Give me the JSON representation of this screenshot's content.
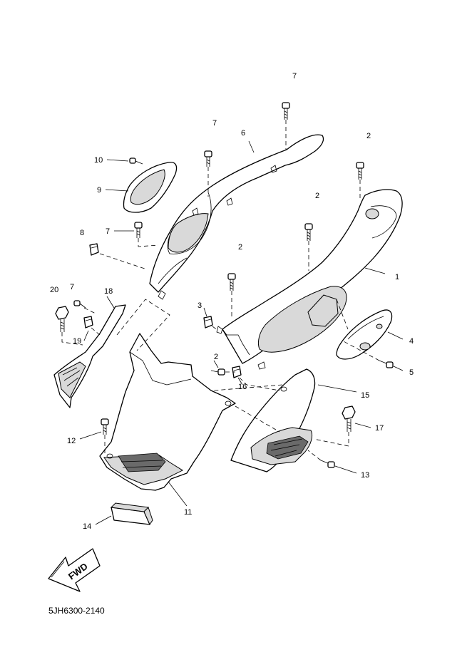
{
  "diagram": {
    "catalog_code": "5JH6300-2140",
    "fwd_label": "FWD",
    "callouts": [
      "7",
      "7",
      "6",
      "2",
      "10",
      "9",
      "2",
      "8",
      "7",
      "2",
      "1",
      "20",
      "7",
      "18",
      "3",
      "19",
      "4",
      "2",
      "5",
      "16",
      "15",
      "17",
      "12",
      "13",
      "11",
      "14"
    ]
  }
}
